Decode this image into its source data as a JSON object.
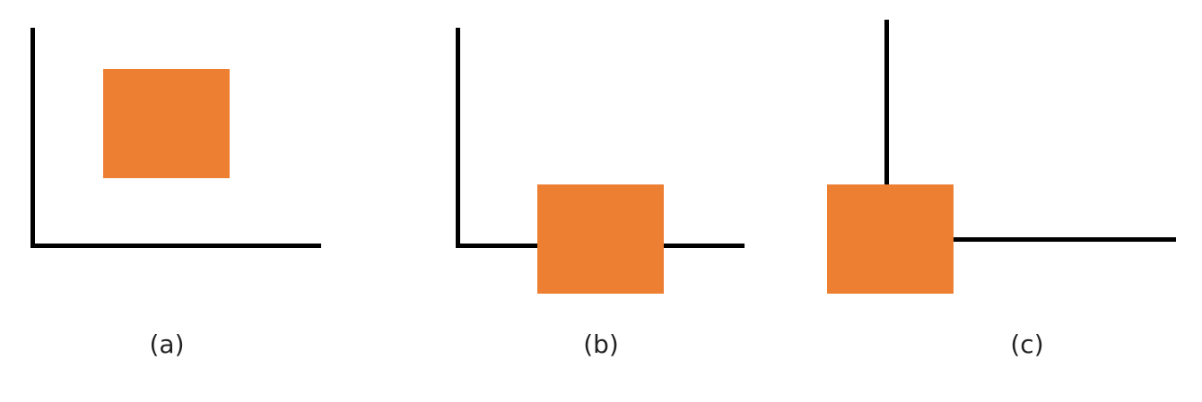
{
  "colors": {
    "box": "#ED7F33",
    "axis": "#000000"
  },
  "panels": [
    {
      "caption": "(a)"
    },
    {
      "caption": "(b)"
    },
    {
      "caption": "(c)"
    }
  ]
}
